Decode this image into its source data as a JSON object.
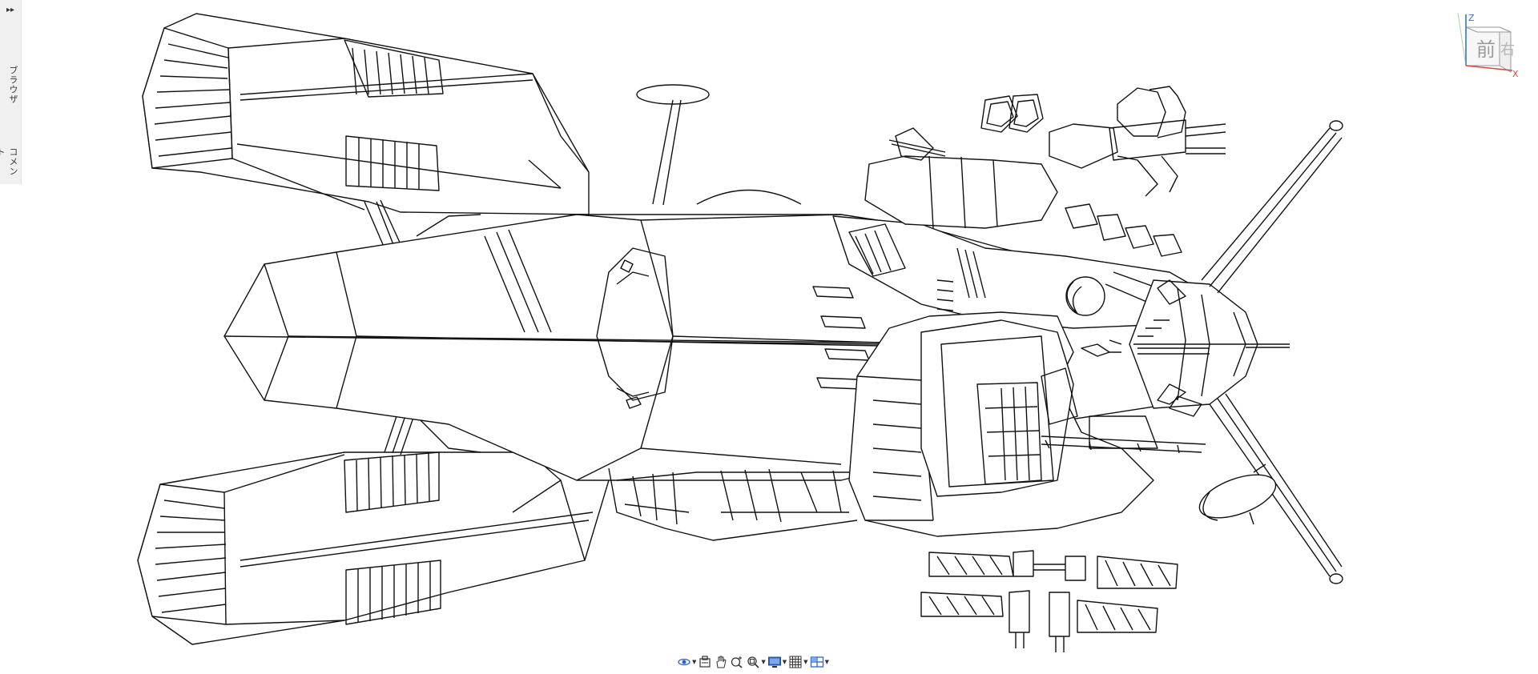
{
  "sidebar": {
    "toggle_glyph": "▸▸",
    "tabs": [
      {
        "label": "ブラウザ"
      },
      {
        "label": "コメント"
      }
    ]
  },
  "viewcube": {
    "face_front": "前",
    "face_right": "右",
    "axis_z": "Z",
    "axis_x": "X"
  },
  "toolbar": {
    "items": [
      {
        "icon": "orbit-icon",
        "has_menu": true
      },
      {
        "icon": "look-at-icon",
        "has_menu": false
      },
      {
        "icon": "pan-icon",
        "has_menu": false
      },
      {
        "icon": "zoom-icon",
        "has_menu": false
      },
      {
        "icon": "fit-icon",
        "has_menu": true
      },
      {
        "icon": "display-settings-icon",
        "has_menu": true
      },
      {
        "icon": "grid-icon",
        "has_menu": true
      },
      {
        "icon": "viewports-icon",
        "has_menu": true
      }
    ]
  },
  "colors": {
    "line": "#111111",
    "axis_x": "#e0443a",
    "axis_z": "#3a6fd6",
    "toolbar_blue": "#2e66c7",
    "rail_bg": "#f0f0f0"
  }
}
